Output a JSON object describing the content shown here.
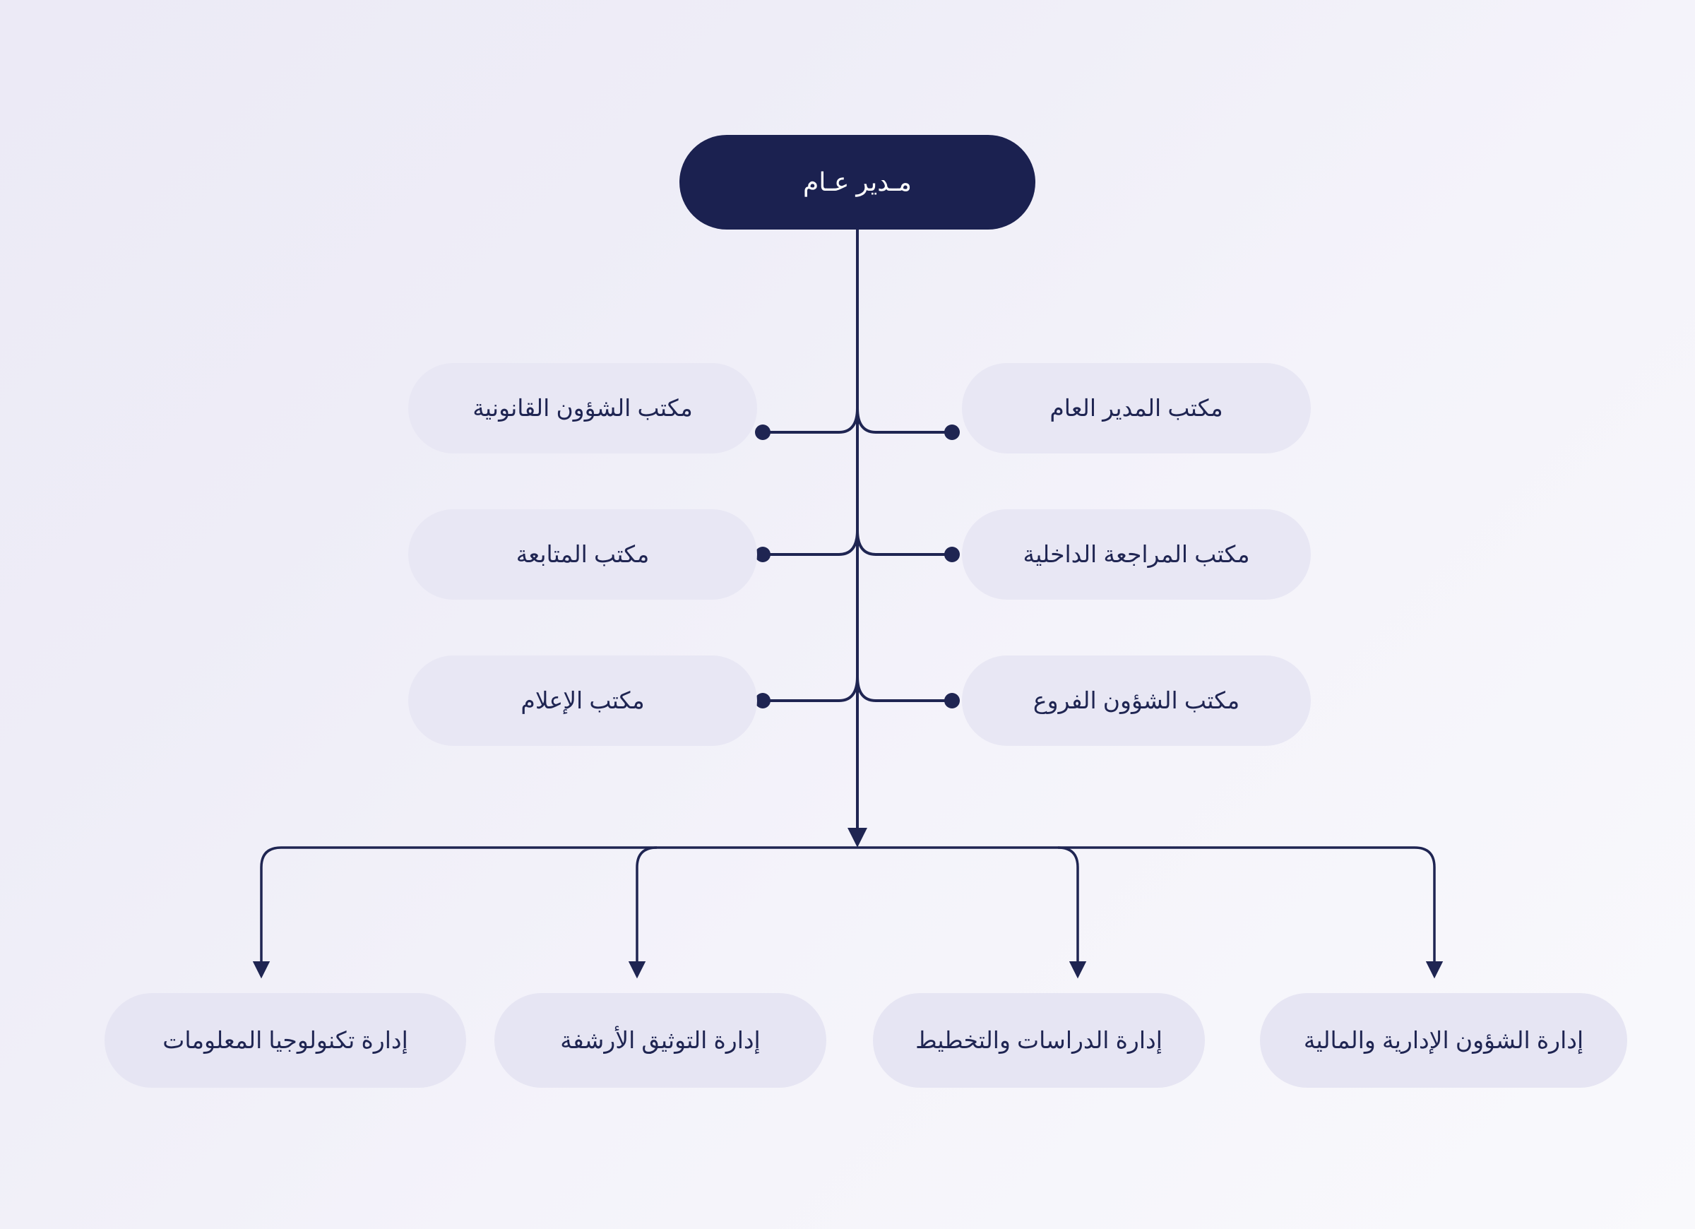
{
  "colors": {
    "root_fill": "#1b2150",
    "root_text": "#ffffff",
    "node_fill": "#e8e7f4",
    "node_text": "#1f2552",
    "connector": "#1f2552",
    "background_from": "#eceaf6",
    "background_to": "#f9f9fc"
  },
  "chart_data": {
    "type": "diagram",
    "diagram_kind": "organizational-chart",
    "direction": "rtl",
    "title": "",
    "root": {
      "id": "root",
      "label": "مـدير عـام"
    },
    "offices": [
      {
        "id": "legal",
        "label": "مكتب الشؤون القانونية",
        "side": "left",
        "row": 1
      },
      {
        "id": "gm-office",
        "label": "مكتب المدير العام",
        "side": "right",
        "row": 1
      },
      {
        "id": "followup",
        "label": "مكتب المتابعة",
        "side": "left",
        "row": 2
      },
      {
        "id": "audit",
        "label": "مكتب المراجعة الداخلية",
        "side": "right",
        "row": 2
      },
      {
        "id": "media",
        "label": "مكتب الإعلام",
        "side": "left",
        "row": 3
      },
      {
        "id": "branches",
        "label": "مكتب الشؤون الفروع",
        "side": "right",
        "row": 3
      }
    ],
    "departments": [
      {
        "id": "it",
        "label": "إدارة تكنولوجيا المعلومات"
      },
      {
        "id": "archive",
        "label": "إدارة التوثيق الأرشفة"
      },
      {
        "id": "planning",
        "label": "إدارة الدراسات والتخطيط"
      },
      {
        "id": "admin",
        "label": "إدارة الشؤون الإدارية والمالية"
      }
    ],
    "edges": [
      {
        "from": "root",
        "to": "legal",
        "style": "curved-branch-dot"
      },
      {
        "from": "root",
        "to": "gm-office",
        "style": "curved-branch-dot"
      },
      {
        "from": "root",
        "to": "followup",
        "style": "curved-branch-dot"
      },
      {
        "from": "root",
        "to": "audit",
        "style": "curved-branch-dot"
      },
      {
        "from": "root",
        "to": "media",
        "style": "curved-branch-dot"
      },
      {
        "from": "root",
        "to": "branches",
        "style": "curved-branch-dot"
      },
      {
        "from": "root",
        "to": "it",
        "style": "elbow-arrow"
      },
      {
        "from": "root",
        "to": "archive",
        "style": "elbow-arrow"
      },
      {
        "from": "root",
        "to": "planning",
        "style": "elbow-arrow"
      },
      {
        "from": "root",
        "to": "admin",
        "style": "elbow-arrow"
      }
    ]
  }
}
